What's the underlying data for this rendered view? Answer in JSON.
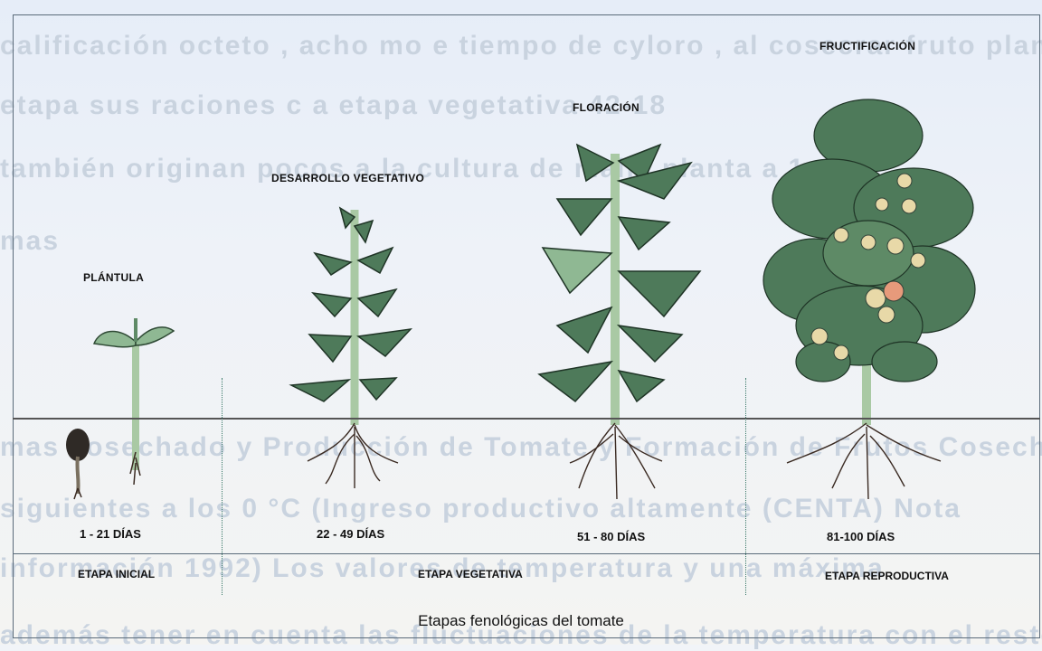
{
  "background_text": [
    "calificación  octeto , acho  mo e tiempo  de  cyloro  ,  al  cosecrar fruto planta e",
    "etapa       sus  raciones  c  a  etapa       vegetativa  42-18",
    "también  originan  pocos  a  la  cultura  de  malls  planta  a  1",
    "mas",
    "mas  cosechado  y  Producción  de  Tomate  y  Formación  de  Frutos  Cosechados",
    "siguientes  a  los  0  °C  (Ingreso  productivo  altamente (CENTA)  Nota",
    "información  1992)  Los  valores  de  temperatura  y  una  máxima",
    "además  tener  en  cuenta  las  fluctuaciones  de  la  temperatura  con  el  resto  de  lo"
  ],
  "stages": [
    {
      "name": "PLÁNTULA",
      "days": "1 - 21 DÍAS"
    },
    {
      "name": "DESARROLLO VEGETATIVO",
      "days": "22 - 49 DÍAS"
    },
    {
      "name": "FLORACIÓN",
      "days": "51 - 80 DÍAS"
    },
    {
      "name": "FRUCTIFICACIÓN",
      "days": "81-100 DÍAS"
    }
  ],
  "phases": [
    {
      "name": "ETAPA INICIAL"
    },
    {
      "name": "ETAPA VEGETATIVA"
    },
    {
      "name": "ETAPA REPRODUCTIVA"
    }
  ],
  "caption": "Etapas fenológicas del tomate",
  "colors": {
    "stem": "#a9c9a4",
    "leaf": "#4e7a5a",
    "leaf_light": "#8fb893",
    "fruit": "#e8d9a8",
    "fruit_ripe": "#e79a7b",
    "root": "#3a2a22",
    "ground": "#555555"
  }
}
